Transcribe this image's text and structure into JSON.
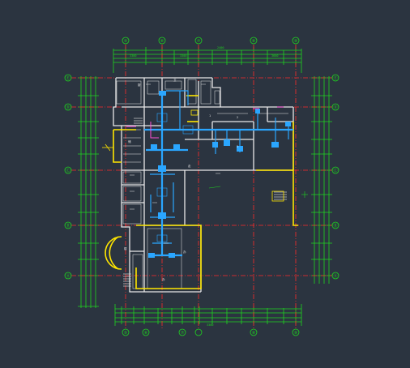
{
  "drawing": {
    "background": "#2b3440",
    "colors": {
      "grid_axis": "#ff2a2a",
      "dimension": "#1fd51f",
      "wall": "#e8e8e8",
      "duct": "#2aa6ff",
      "highlight": "#ffe600",
      "pink": "#ff4fd8"
    },
    "axes_top": [
      "⑤",
      "⑥",
      "⑦",
      "⑧",
      "⑨"
    ],
    "axes_bottom": [
      "⑤",
      "⑥",
      "⑦",
      "⑧",
      "⑨"
    ],
    "axes_left": [
      "Ⓔ",
      "Ⓓ",
      "Ⓒ",
      "Ⓑ",
      "Ⓐ"
    ],
    "axes_right": [
      "Ⓔ",
      "Ⓓ",
      "Ⓒ",
      "Ⓑ",
      "Ⓐ"
    ],
    "room_tags": [
      "厨",
      "卫",
      "1",
      "2",
      "3",
      "储",
      "走",
      "楼",
      "办",
      "办"
    ],
    "dimension_text": [
      "3300",
      "3300",
      "2400",
      "3600",
      "3300"
    ]
  }
}
